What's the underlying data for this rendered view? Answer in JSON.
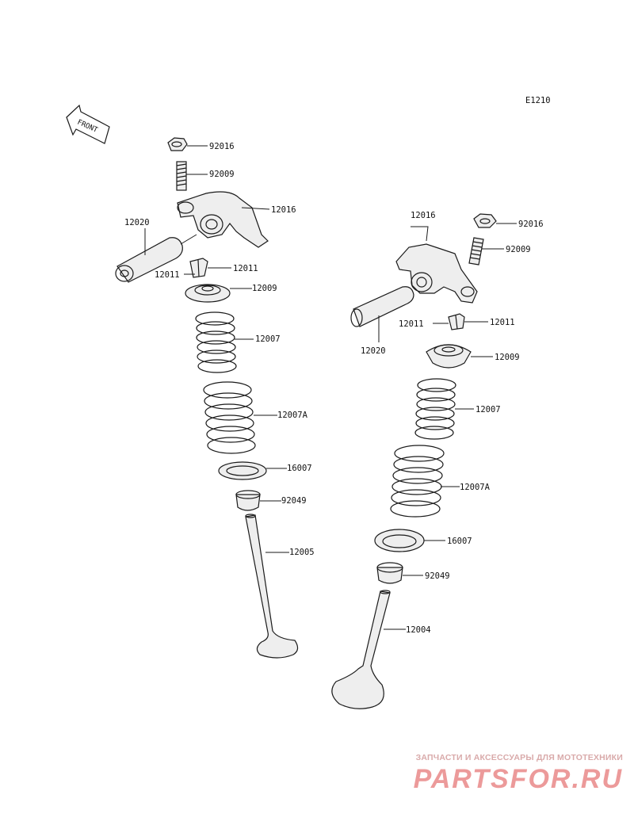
{
  "figure_code": "E1210",
  "front_arrow_text": "FRONT",
  "left_assembly": {
    "nut": "92016",
    "adjust_screw": "92009",
    "rocker_arm": "12016",
    "rocker_shaft": "12020",
    "collet_left": "12011",
    "collet_right": "12011",
    "retainer": "12009",
    "inner_spring": "12007",
    "outer_spring": "12007A",
    "spring_seat": "16007",
    "stem_seal": "92049",
    "valve": "12005"
  },
  "right_assembly": {
    "rocker_arm": "12016",
    "nut": "92016",
    "adjust_screw": "92009",
    "collet_left": "12011",
    "collet_right": "12011",
    "rocker_shaft": "12020",
    "retainer": "12009",
    "inner_spring": "12007",
    "outer_spring": "12007A",
    "spring_seat": "16007",
    "stem_seal": "92049",
    "valve": "12004"
  },
  "watermark": {
    "tagline": "ЗАПЧАСТИ И АКСЕССУАРЫ ДЛЯ МОТОТЕХНИКИ",
    "logo": "PARTSFOR.RU"
  },
  "colors": {
    "line": "#1a1a1a",
    "watermark": "#ec9a9a"
  }
}
